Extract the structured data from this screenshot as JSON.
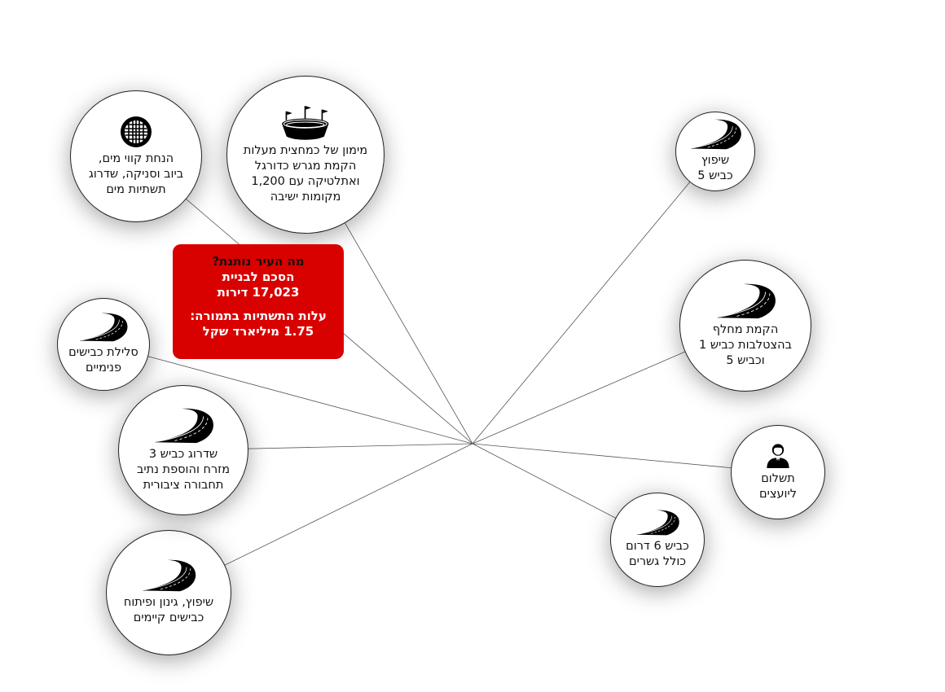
{
  "colors": {
    "accent": "#d90000"
  },
  "center": {
    "question": "מה העיר נותנת?",
    "line1": "הסכם לבניית",
    "line2": "17,023 דירות",
    "line3": "עלות התשתיות בתמורה:",
    "line4": "1.75 מיליארד שקל"
  },
  "nodes": [
    {
      "id": "water",
      "icon": "manhole-icon",
      "text": "הנחת קווי מים,\nביוב וסניקה, שדרוג\nתשתיות מים"
    },
    {
      "id": "stadium",
      "icon": "stadium-icon",
      "text": "מימון של כמחצית מעלות\nהקמת מגרש כדורגל\nואתלטיקה עם 1,200\nמקומות ישיבה"
    },
    {
      "id": "road5",
      "icon": "road-icon",
      "text": "שיפוץ\nכביש 5"
    },
    {
      "id": "interchange",
      "icon": "road-icon",
      "text": "הקמת מחלף\nבהצטלבות כביש 1\nוכביש 5"
    },
    {
      "id": "consultants",
      "icon": "businessman-icon",
      "text": "תשלום\nליועצים"
    },
    {
      "id": "road6",
      "icon": "road-icon",
      "text": "כביש 6 דרום\nכולל גשרים"
    },
    {
      "id": "paving",
      "icon": "road-icon",
      "text": "שיפוץ, גינון ופיתוח\nכבישים קיימים"
    },
    {
      "id": "road3",
      "icon": "road-icon",
      "text": "שדרוג כביש 3\nמזרח והוספת נתיב\nתחבורה ציבורית"
    },
    {
      "id": "internal",
      "icon": "road-icon",
      "text": "סלילת כבישים\nפנימיים"
    }
  ]
}
